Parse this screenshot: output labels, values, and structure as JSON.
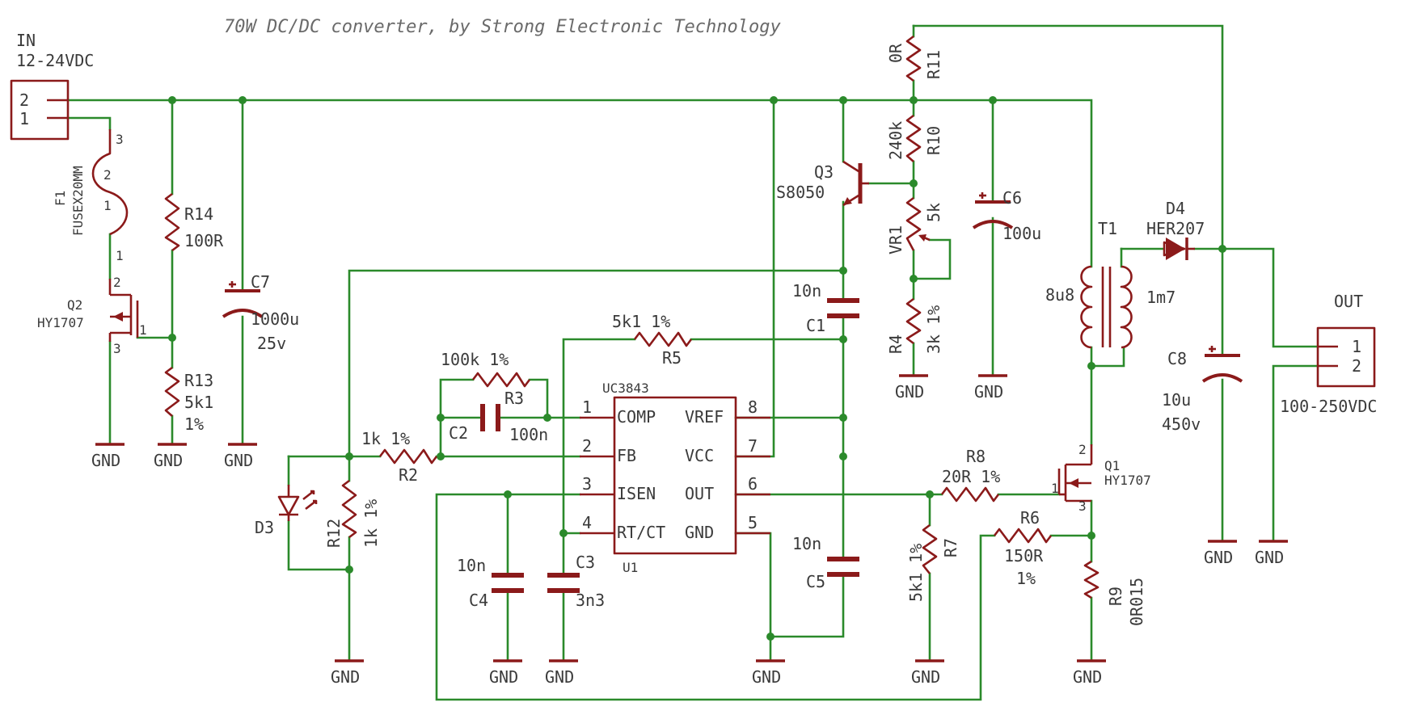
{
  "title": "70W DC/DC converter, by Strong Electronic Technology",
  "connectors": {
    "input": {
      "name": "IN",
      "value": "12-24VDC",
      "pin_top": "2",
      "pin_bottom": "1"
    },
    "output": {
      "name": "OUT",
      "value": "100-250VDC",
      "pin_top": "1",
      "pin_bottom": "2"
    }
  },
  "parts": {
    "F1": {
      "name": "F1",
      "value": "FUSEX20MM",
      "pin1": "1",
      "pin2": "2",
      "pin3": "3"
    },
    "Q2": {
      "name": "Q2",
      "value": "HY1707",
      "pin1": "1",
      "pin2": "2",
      "pin3": "3"
    },
    "R14": {
      "name": "R14",
      "value": "100R"
    },
    "R13": {
      "name": "R13",
      "value": "5k1",
      "tol": "1%"
    },
    "C7": {
      "name": "C7",
      "value": "1000u",
      "voltage": "25v"
    },
    "D3": {
      "name": "D3"
    },
    "R12": {
      "name": "R12",
      "value": "1k 1%"
    },
    "R2": {
      "name": "R2",
      "value": "1k 1%"
    },
    "C2": {
      "name": "C2",
      "value": "100n"
    },
    "R3": {
      "name": "R3",
      "value": "100k 1%"
    },
    "R5": {
      "name": "R5",
      "value": "5k1 1%"
    },
    "C4": {
      "name": "C4",
      "value": "10n"
    },
    "C3": {
      "name": "C3",
      "value": "3n3"
    },
    "U1": {
      "name": "U1",
      "value": "UC3843",
      "left_pins": [
        {
          "num": "1",
          "label": "COMP"
        },
        {
          "num": "2",
          "label": "FB"
        },
        {
          "num": "3",
          "label": "ISEN"
        },
        {
          "num": "4",
          "label": "RT/CT"
        }
      ],
      "right_pins": [
        {
          "num": "8",
          "label": "VREF"
        },
        {
          "num": "7",
          "label": "VCC"
        },
        {
          "num": "6",
          "label": "OUT"
        },
        {
          "num": "5",
          "label": "GND"
        }
      ]
    },
    "Q3": {
      "name": "Q3",
      "value": "S8050"
    },
    "C1": {
      "name": "C1",
      "value": "10n"
    },
    "C5": {
      "name": "C5",
      "value": "10n"
    },
    "R11": {
      "name": "R11",
      "value": "0R"
    },
    "R10": {
      "name": "R10",
      "value": "240k"
    },
    "VR1": {
      "name": "VR1",
      "value": "5k"
    },
    "R4": {
      "name": "R4",
      "value": "3k 1%"
    },
    "C6": {
      "name": "C6",
      "value": "100u"
    },
    "T1": {
      "name": "T1",
      "primary": "8u8",
      "secondary": "1m7"
    },
    "D4": {
      "name": "D4",
      "value": "HER207"
    },
    "C8": {
      "name": "C8",
      "value": "10u",
      "voltage": "450v"
    },
    "R8": {
      "name": "R8",
      "value": "20R 1%"
    },
    "R7": {
      "name": "R7",
      "value": "5k1 1%"
    },
    "R6": {
      "name": "R6",
      "value": "150R",
      "tol": "1%"
    },
    "R9": {
      "name": "R9",
      "value": "0R015"
    },
    "Q1": {
      "name": "Q1",
      "value": "HY1707",
      "pin1": "1",
      "pin2": "2",
      "pin3": "3"
    }
  },
  "gnd_label": "GND",
  "colors": {
    "wire": "#2b8a2b",
    "component": "#8b1a1a",
    "text": "#3a3a3a"
  }
}
